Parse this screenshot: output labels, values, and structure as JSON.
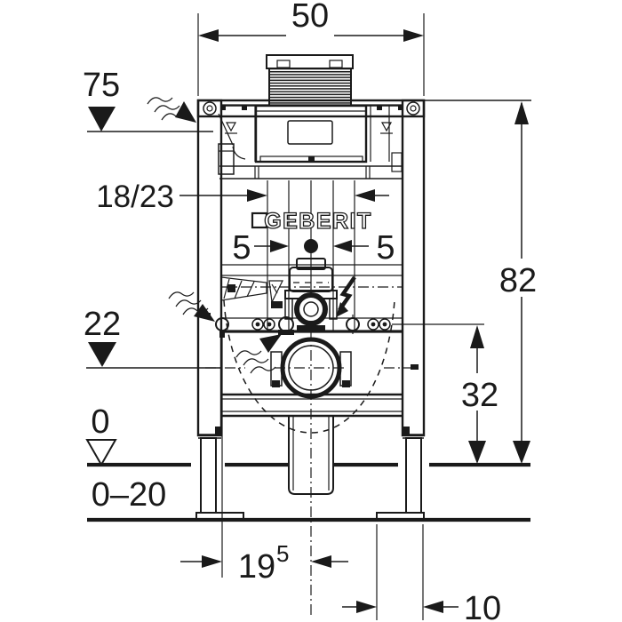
{
  "drawing": {
    "title": "wall-frame installation element dimensional drawing",
    "brand": "GEBERIT",
    "colors": {
      "line": "#1a1a1a",
      "background": "#ffffff"
    },
    "dimensions": {
      "top_width": "50",
      "actuation_level": "75",
      "supply_offset": "18/23",
      "left_offset": "5",
      "right_offset": "5",
      "outlet_axis_level": "22",
      "frame_height": "82",
      "fixing_bolt_height": "32",
      "finished_floor_level": "0",
      "floor_adjust_range": "0–20",
      "outlet_distance_main": "19",
      "outlet_distance_sup": "5",
      "foot_offset": "10"
    }
  }
}
